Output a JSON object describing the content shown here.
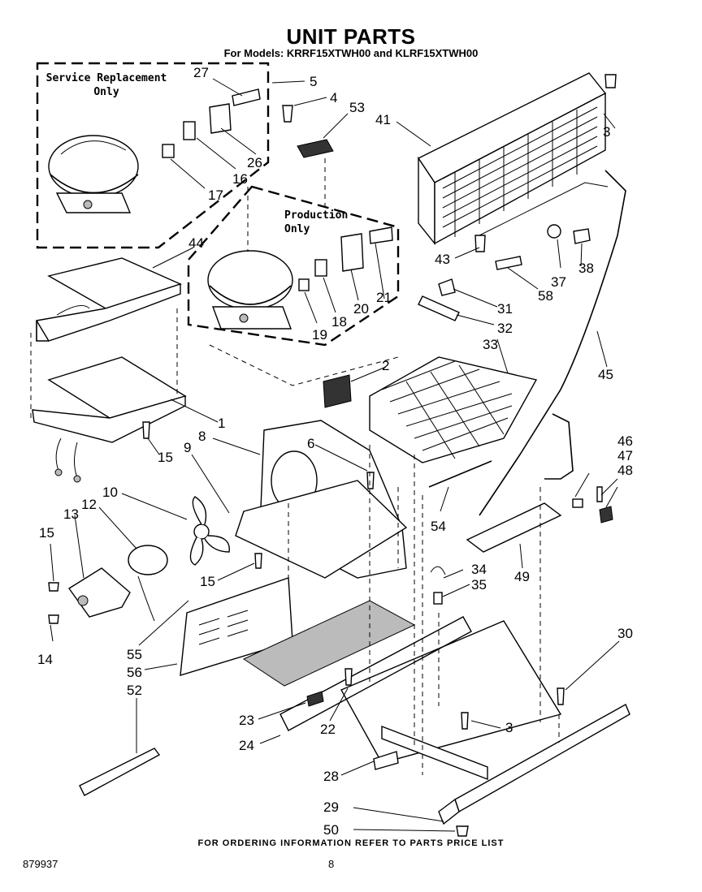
{
  "title": "UNIT PARTS",
  "subtitle": "For Models: KRRF15XTWH00 and KLRF15XTWH00",
  "service_box": {
    "line1": "Service Replacement",
    "line2": "Only"
  },
  "production_box": {
    "line1": "Production",
    "line2": "Only"
  },
  "callouts": [
    "27",
    "5",
    "4",
    "53",
    "41",
    "3",
    "26",
    "16",
    "17",
    "44",
    "43",
    "37",
    "38",
    "58",
    "21",
    "20",
    "18",
    "19",
    "31",
    "32",
    "33",
    "45",
    "2",
    "1",
    "15",
    "8",
    "9",
    "6",
    "46",
    "47",
    "48",
    "10",
    "12",
    "13",
    "15",
    "15",
    "54",
    "49",
    "34",
    "35",
    "55",
    "14",
    "56",
    "52",
    "30",
    "23",
    "22",
    "3",
    "24",
    "28",
    "29",
    "50"
  ],
  "footer": "FOR ORDERING INFORMATION REFER TO PARTS PRICE LIST",
  "doc_number": "879937",
  "page_number": "8"
}
